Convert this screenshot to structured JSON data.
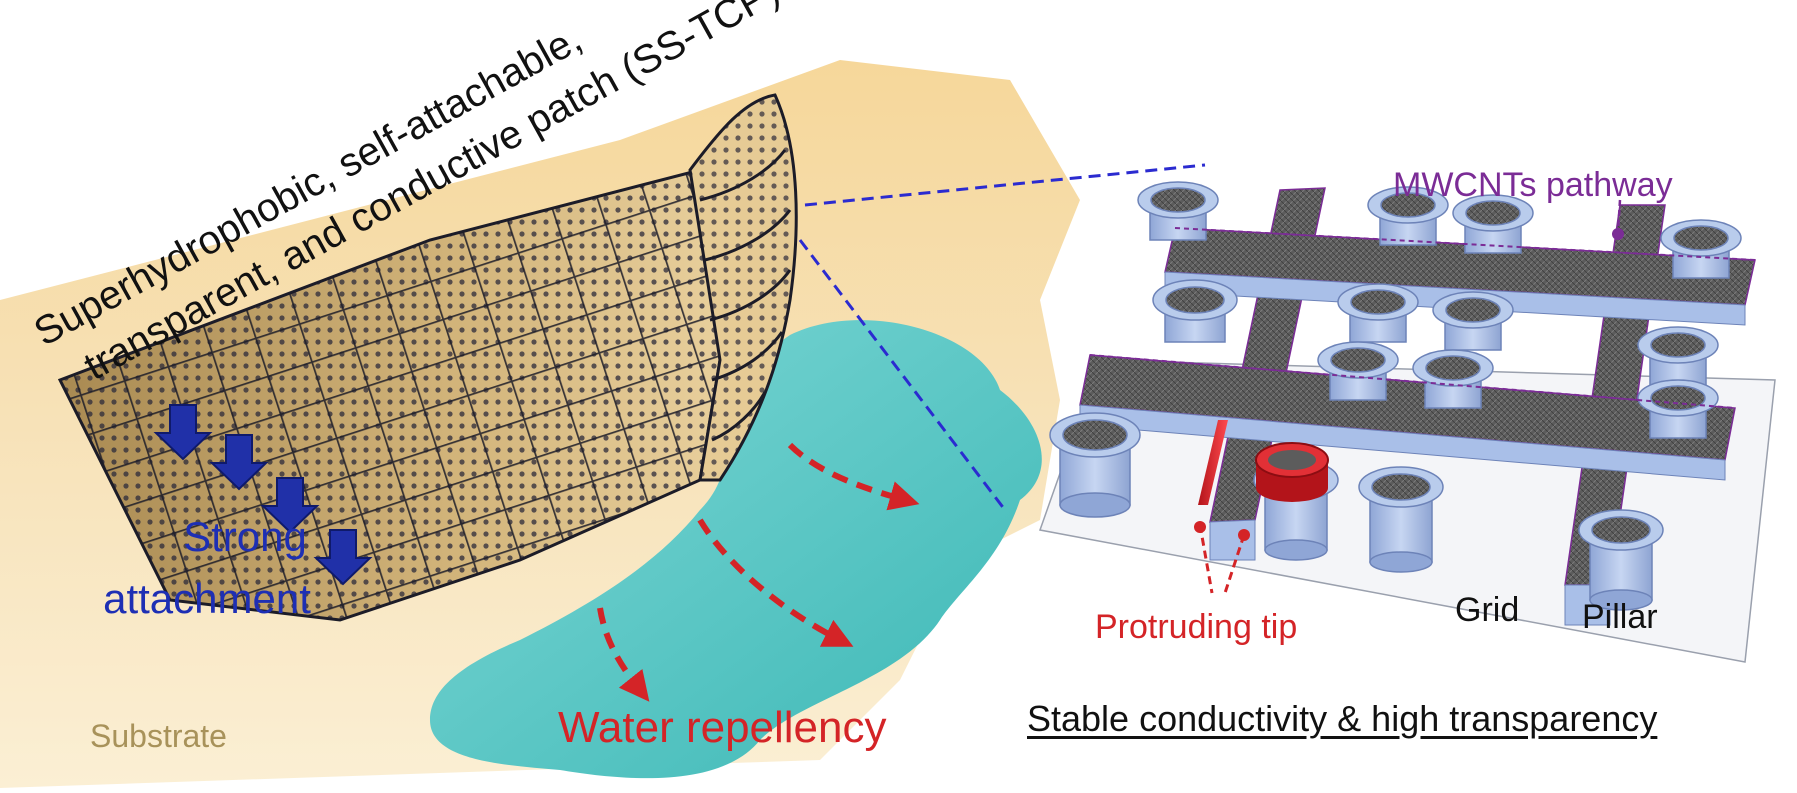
{
  "title": {
    "line1": "Superhydrophobic, self-attachable,",
    "line2": "transparent, and conductive patch (SS-TCP)"
  },
  "labels": {
    "strong": "Strong",
    "attachment": "attachment",
    "substrate": "Substrate",
    "water_repellency": "Water repellency",
    "mwcnts_pathway": "MWCNTs pathway",
    "protruding_tip": "Protruding tip",
    "grid": "Grid",
    "pillar": "Pillar",
    "stable": "Stable conductivity & high transparency"
  },
  "colors": {
    "substrate": "#f3d8a4",
    "water": "#52c8c6",
    "patch": "#c9a96b",
    "grid_surface": "#5a5a5a",
    "pillar_blue": "#b9ccec",
    "pathway_purple": "#7b2c96",
    "arrow_blue": "#1f2f9e",
    "arrow_red": "#d42427"
  }
}
